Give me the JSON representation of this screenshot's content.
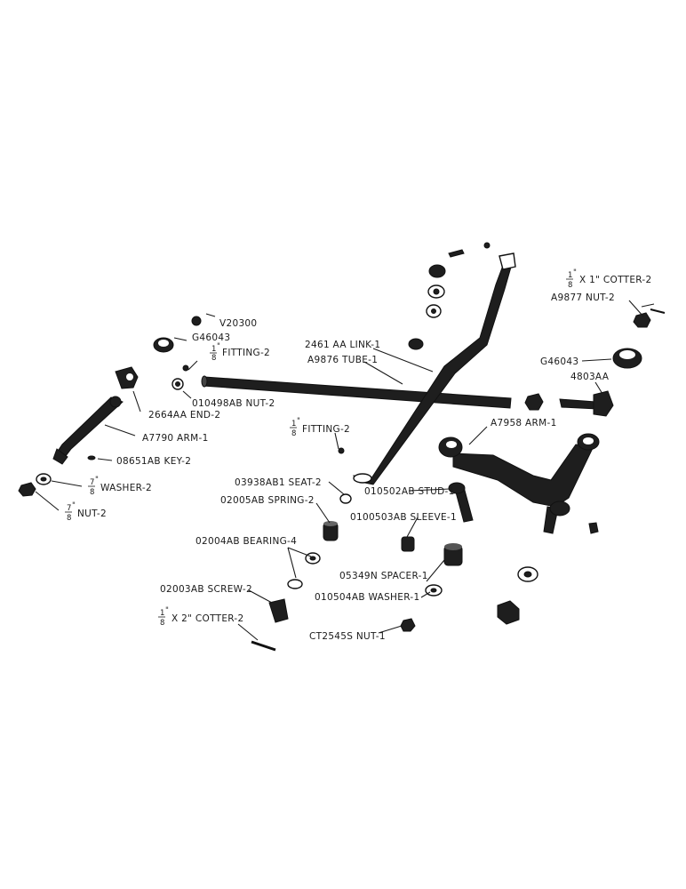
{
  "labels": {
    "v20300": "V20300",
    "g46043_left": "G46043",
    "fitting_top": "FITTING-2",
    "nut_010498": "010498AB NUT-2",
    "end_2664": "2664AA END-2",
    "arm_a7790": "A7790 ARM-1",
    "key_08651": "08651AB KEY-2",
    "washer_78": "WASHER-2",
    "nut_78": "NUT-2",
    "link_2461": "2461 AA LINK-1",
    "tube_a9876": "A9876 TUBE-1",
    "cotter_1x": "X 1\" COTTER-2",
    "nut_a9877": "A9877 NUT-2",
    "g46043_right": "G46043",
    "end_4803": "4803AA",
    "arm_a7958": "A7958 ARM-1",
    "fitting_mid": "FITTING-2",
    "seat_03938": "03938AB1 SEAT-2",
    "spring_02005": "02005AB SPRING-2",
    "stud_010502": "010502AB STUD-1",
    "sleeve_0100503": "0100503AB SLEEVE-1",
    "bearing_02004": "02004AB BEARING-4",
    "spacer_05349": "05349N SPACER-1",
    "washer_010504": "010504AB WASHER-1",
    "screw_02003": "02003AB SCREW-2",
    "cotter_2x": "X 2\" COTTER-2",
    "nut_ct2545": "CT2545S NUT-1"
  },
  "fractions": {
    "one_eighth_num": "1",
    "one_eighth_den": "8",
    "seven_eighth_num": "7",
    "seven_eighth_den": "8",
    "inch_mark": "\""
  }
}
